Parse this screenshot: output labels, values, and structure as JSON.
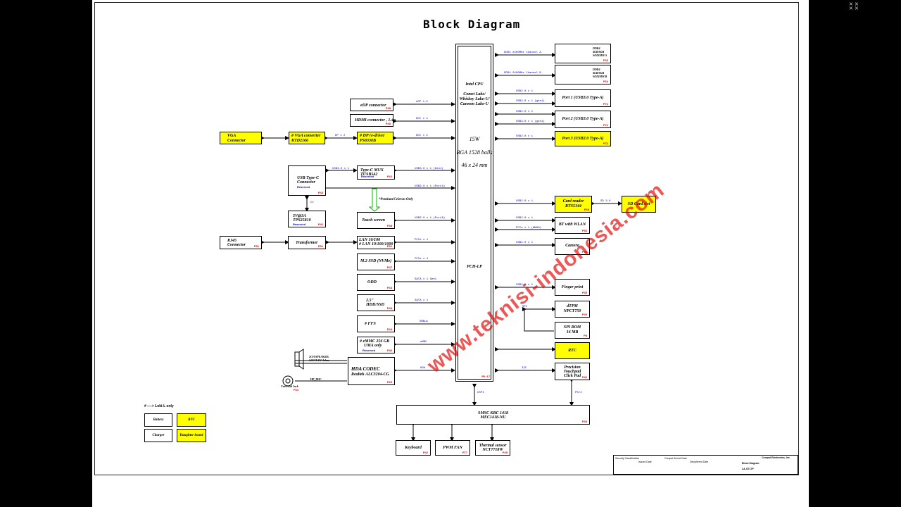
{
  "title": "Block Diagram",
  "watermark": "www.teknisi-indonesia.com",
  "cpu": {
    "name": "Intel CPU",
    "family": [
      "Comet Lake/",
      "Whiskey Lake-U/",
      "Cannon Lake-U"
    ],
    "tdp": "15W",
    "package": "BGA 1528 balls",
    "size": "46 x 24 mm",
    "pch": "PCH-LP",
    "page": "P6~17"
  },
  "right_blocks": {
    "ddr_a": {
      "lines": [
        "DDR4",
        "4GB/8GB",
        "SODIMM A"
      ],
      "page": "P23",
      "bus": "DDR4 2400MHz Channel A"
    },
    "ddr_b": {
      "lines": [
        "DDR4",
        "4GB/8GB",
        "SODIMM B"
      ],
      "page": "P24",
      "bus": "DDR4 2400MHz Channel B"
    },
    "port1": {
      "label": "Port 1 (USB3.0 Type-A)",
      "page": "P71",
      "bus1": "USB2.0 x 1",
      "bus2": "USB3.0 x 1 (gen1)"
    },
    "port2": {
      "label": "Port 2 (USB3.0 Type-A)",
      "page": "P71",
      "bus1": "USB2.0 x 1",
      "bus2": "USB3.0 x 1 (gen1)"
    },
    "port3": {
      "label": "Port 3 (USB2.0 Type-A)",
      "page": "P72",
      "bus": "USB2.0 x 1"
    },
    "card_reader": {
      "lines": [
        "Card reader",
        "RTS5144"
      ],
      "page": "P69",
      "bus": "USB2.0 x 1"
    },
    "sd_card": {
      "label": "SD Card slot",
      "bus": "SD 3.0"
    },
    "bt_wlan": {
      "label": "BT with WLAN",
      "page": "P53",
      "bus1": "USB2.0 x 1",
      "bus2": "PCIe x 1 (WWAN)"
    },
    "camera": {
      "label": "Camera",
      "page": "P38",
      "bus": "USB2.0 x 1"
    },
    "finger": {
      "label": "Finger print",
      "page": "P45",
      "bus": "USB2.0 x 1"
    },
    "dtpm": {
      "lines": [
        "dTPM",
        "NPCT750"
      ],
      "page": "P45",
      "bus": "SPI"
    },
    "spi_rom": {
      "lines": [
        "SPI ROM",
        "16 MB"
      ],
      "page": "P8"
    },
    "rtc": {
      "label": "RTC"
    },
    "touchpad": {
      "lines": [
        "Precision",
        "Touchpad",
        "Click Pad"
      ],
      "page": "P42",
      "bus": "I2C"
    }
  },
  "left_blocks": {
    "edp": {
      "label": "eDP connector",
      "page": "P38",
      "bus": "eDP 1.2"
    },
    "hdmi": {
      "label": "HDMI connector , 1.4a",
      "page": "P40",
      "bus": "DDI x 4"
    },
    "vga": {
      "lines": [
        "VGA",
        "Connector"
      ]
    },
    "vga_conv": {
      "lines": [
        "# VGA converter",
        "RTD2166"
      ]
    },
    "dp_redriver": {
      "lines": [
        "# DP re-driver",
        "PS8330B"
      ],
      "bus_in": "DP x 2",
      "bus_out": "DDI x 2"
    },
    "typec_conn": {
      "lines": [
        "USB Type-C",
        "Connector"
      ],
      "page": "P43",
      "reserved": "Reserved",
      "cc": "CC"
    },
    "typec_mux": {
      "lines": [
        "Type-C MUX",
        "TUSB542"
      ],
      "page": "P42",
      "reserved": "Reserved",
      "bus_in": "USB3.0 x 1",
      "bus_out": "USB3.0 x 1 (Gen1)",
      "bus_usb2": "USB2.0 x 1 (Port4)"
    },
    "pd": {
      "lines": [
        "5V@3A",
        "TPS25810"
      ],
      "page": "P42",
      "reserved": "Reserved"
    },
    "pentium_note": "*Pentium/Celeron Only",
    "touch": {
      "label": "Touch screen",
      "page": "P38",
      "bus": "USB2.0 x 1 (Port8)"
    },
    "rj45": {
      "lines": [
        "RJ45",
        "Connector"
      ],
      "page": "P51"
    },
    "transformer": {
      "label": "Transformer",
      "page": "P51"
    },
    "lan": {
      "lines": [
        "LAN 10/100",
        "# LAN 10/100/1000"
      ],
      "page": "P51",
      "bus": "PCIe x 1"
    },
    "m2": {
      "label": "M.2 SSD (NVMe)",
      "page": "P47",
      "bus": "PCIe x 4"
    },
    "odd": {
      "label": "ODD",
      "page": "P44",
      "bus": "SATA x 1 Gen1"
    },
    "hdd": {
      "lines": [
        "2.5\"",
        "HDD/SSD"
      ],
      "page": "P44",
      "bus": "SATA x 1"
    },
    "ffs": {
      "label": "# FFS",
      "page": "P44",
      "bus": "SMBus"
    },
    "emmc": {
      "lines": [
        "# eMMC 256 GB",
        "UMA only"
      ],
      "page": "P46",
      "reserved": "Reserved",
      "bus": "eMMC"
    },
    "codec": {
      "lines": [
        "HDA CODEC",
        "Realtek ALC3204-CG"
      ],
      "page": "P25",
      "bus": "HDA"
    },
    "speaker": {
      "lines": [
        "2CH   SPEAKER",
        "2.0CH  2W/4ohm"
      ]
    },
    "jack": {
      "label": "Universal Jack",
      "page": "P24",
      "hp": "HP_MIC"
    }
  },
  "bottom": {
    "kbc": {
      "lines": [
        "SMSC KBC 1418",
        "MEC1418-NU"
      ],
      "page": "P38",
      "bus_left": "eSPI",
      "bus_right": "PS/2"
    },
    "keyboard": {
      "label": "Keyboard",
      "page": "P42"
    },
    "fan": {
      "label": "PWM FAN",
      "page": "P77"
    },
    "thermal": {
      "lines": [
        "Thermal sensor",
        "NCT7718W"
      ],
      "page": "P45"
    }
  },
  "legend": {
    "note": "# ----> Loki-L only",
    "battery": "Battery",
    "rtc": "RTC",
    "charger": "Charger",
    "daughter": "Daughter board"
  },
  "title_block": {
    "security": "Security Classification",
    "secret": "Compal Secret Data",
    "company": "Compal Electronics, Inc.",
    "doc": "Block Diagram",
    "model": "LA-G717P",
    "issued": "Issued Date",
    "deciphered": "Deciphered Date"
  }
}
